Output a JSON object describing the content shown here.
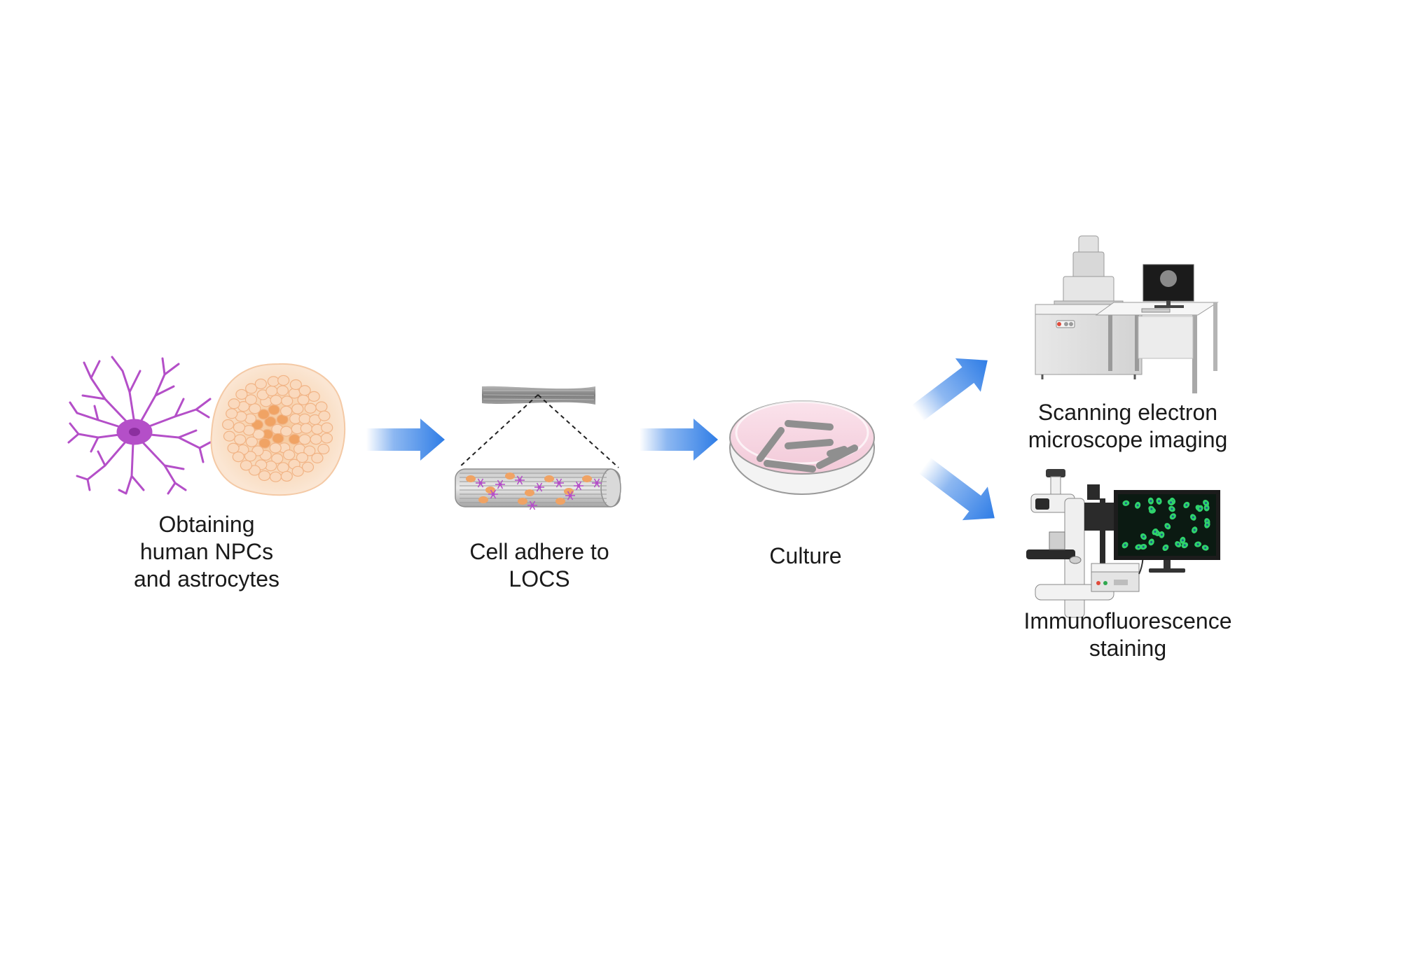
{
  "steps": [
    {
      "id": "obtain",
      "lines": [
        "Obtaining",
        "human NPCs",
        "and astrocytes"
      ]
    },
    {
      "id": "adhere",
      "lines": [
        "Cell adhere to",
        "LOCS"
      ]
    },
    {
      "id": "culture",
      "lines": [
        "Culture"
      ]
    }
  ],
  "outputs": [
    {
      "id": "sem",
      "lines": [
        "Scanning electron",
        "microscope imaging"
      ]
    },
    {
      "id": "if",
      "lines": [
        "Immunofluorescence",
        "staining"
      ]
    }
  ],
  "colors": {
    "arrow": "#2f7de6",
    "astrocyte": "#b44fc8",
    "npc_light": "#f9d7b8",
    "npc_dark": "#f0a364",
    "scaffold": "#9a9a9a",
    "dish": "#f6d8e3",
    "monitor_screen": "#0b1a12",
    "fluor_cell": "#2fd36b"
  },
  "icons": [
    "astrocyte-icon",
    "neurosphere-icon",
    "scaffold-fiber-icon",
    "petri-dish-icon",
    "sem-instrument-icon",
    "fluorescence-microscope-icon"
  ]
}
